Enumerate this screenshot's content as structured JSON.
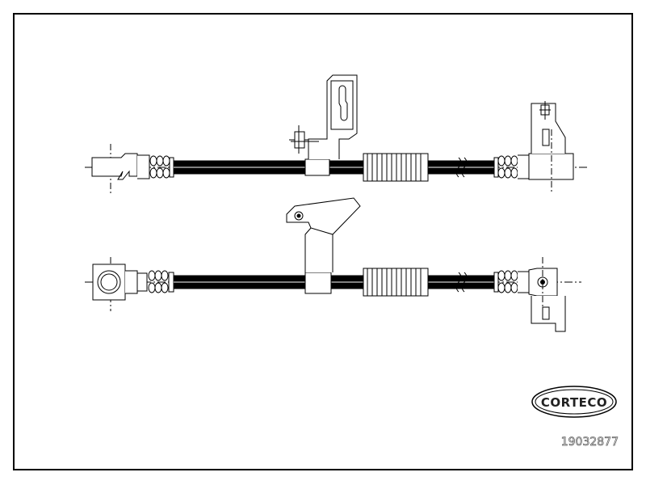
{
  "brand": {
    "logo_text": "CORTECO"
  },
  "part_number": "19032877",
  "drawing": {
    "items": [
      {
        "name": "brake-hose-top"
      },
      {
        "name": "brake-hose-bottom"
      }
    ]
  },
  "colors": {
    "line": "#111111",
    "hose": "#000000",
    "frame": "#000000",
    "background": "#ffffff"
  }
}
